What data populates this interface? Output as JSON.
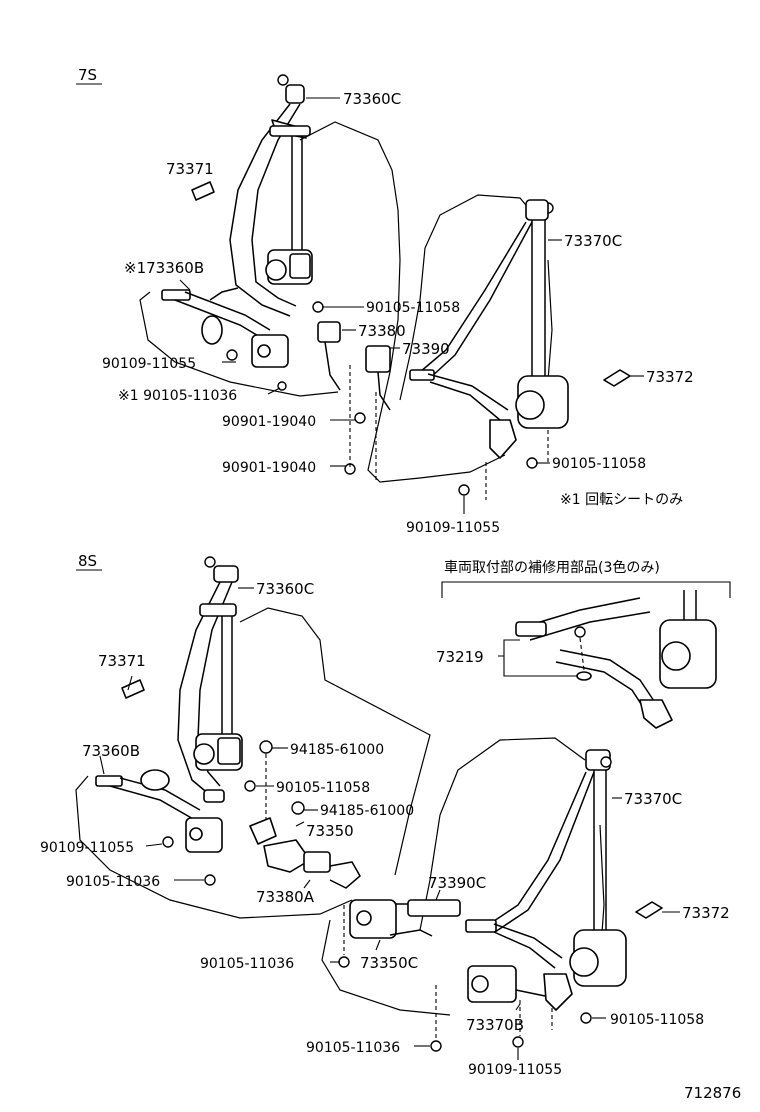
{
  "sections": {
    "s7": "7S",
    "s8": "8S"
  },
  "labels7": {
    "p73360C": "73360C",
    "p73371": "73371",
    "p173360B": "※173360B",
    "p73370C": "73370C",
    "p90105_11058_a": "90105-11058",
    "p73380": "73380",
    "p73390": "73390",
    "p90109_11055_a": "90109-11055",
    "p73372": "73372",
    "p90105_11036_star": "※1 90105-11036",
    "p90901_19040_a": "90901-19040",
    "p90901_19040_b": "90901-19040",
    "p90105_11058_b": "90105-11058",
    "p90109_11055_b": "90109-11055",
    "note": "※1 回転シートのみ"
  },
  "labels8": {
    "p73360C": "73360C",
    "p73371": "73371",
    "p94185_a": "94185-61000",
    "p73360B": "73360B",
    "p90105_11058_a": "90105-11058",
    "p94185_b": "94185-61000",
    "p73370C": "73370C",
    "p90109_11055_a": "90109-11055",
    "p73350": "73350",
    "p90105_11036_a": "90105-11036",
    "p73380A": "73380A",
    "p73390C": "73390C",
    "p73372": "73372",
    "p90105_11036_b": "90105-11036",
    "p73350C": "73350C",
    "p73370B": "73370B",
    "p90105_11058_b": "90105-11058",
    "p90105_11036_c": "90105-11036",
    "p90109_11055_b": "90109-11055"
  },
  "inset": {
    "heading": "車両取付部の補修用部品(3色のみ)",
    "p73219": "73219"
  },
  "catalog_number": "712876"
}
